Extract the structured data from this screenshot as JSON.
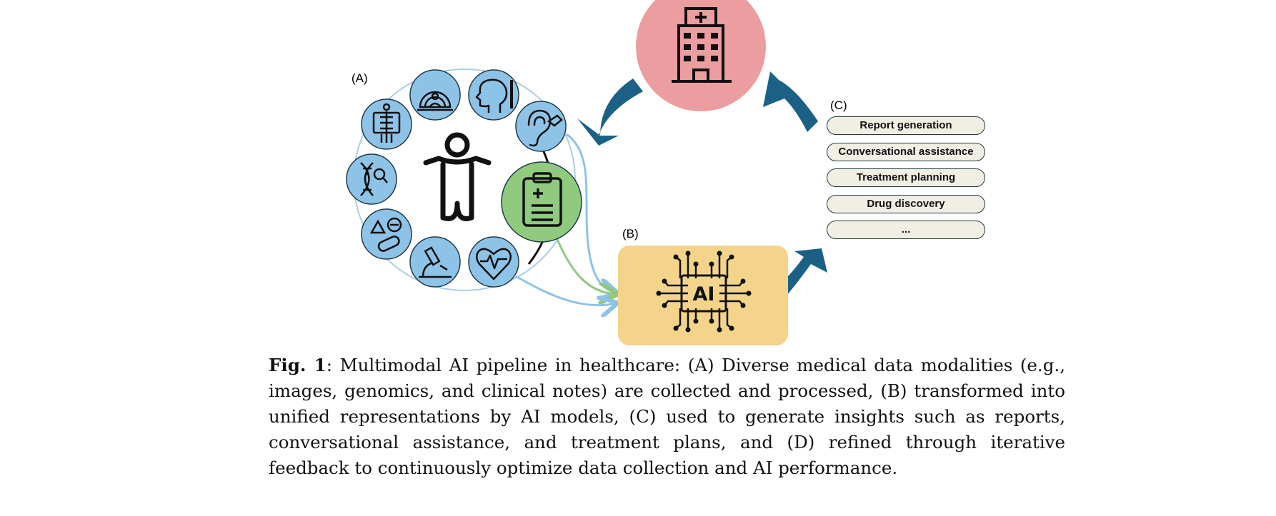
{
  "panel_labels": {
    "a": "(A)",
    "b": "(B)",
    "c": "(C)"
  },
  "ai_chip_text": "AI",
  "outputs": [
    "Report generation",
    "Conversational assistance",
    "Treatment planning",
    "Drug discovery",
    "..."
  ],
  "caption": {
    "label": "Fig. 1",
    "text": ": Multimodal AI pipeline in healthcare: (A) Diverse medical data modalities (e.g., images, genomics, and clinical notes) are collected and processed, (B) transformed into unified representations by AI models, (C) used to generate insights such as reports, conversational assistance, and treatment plans, and (D) refined through iterative feedback to continuously optimize data collection and AI performance."
  },
  "colors": {
    "modality_circle": "#8ec3e8",
    "clinical_notes_circle": "#8fca7e",
    "hospital_circle": "#eb9da0",
    "ai_box": "#f3d48a",
    "arrow": "#1a6185",
    "pill_fill": "#f1efe4"
  },
  "icons": [
    "person-icon",
    "xray-icon",
    "mri-scanner-icon",
    "head-profile-icon",
    "ear-icon",
    "dna-icon",
    "medication-icon",
    "microscope-icon",
    "heart-monitor-icon",
    "clipboard-icon",
    "hospital-icon",
    "ai-chip-icon"
  ]
}
